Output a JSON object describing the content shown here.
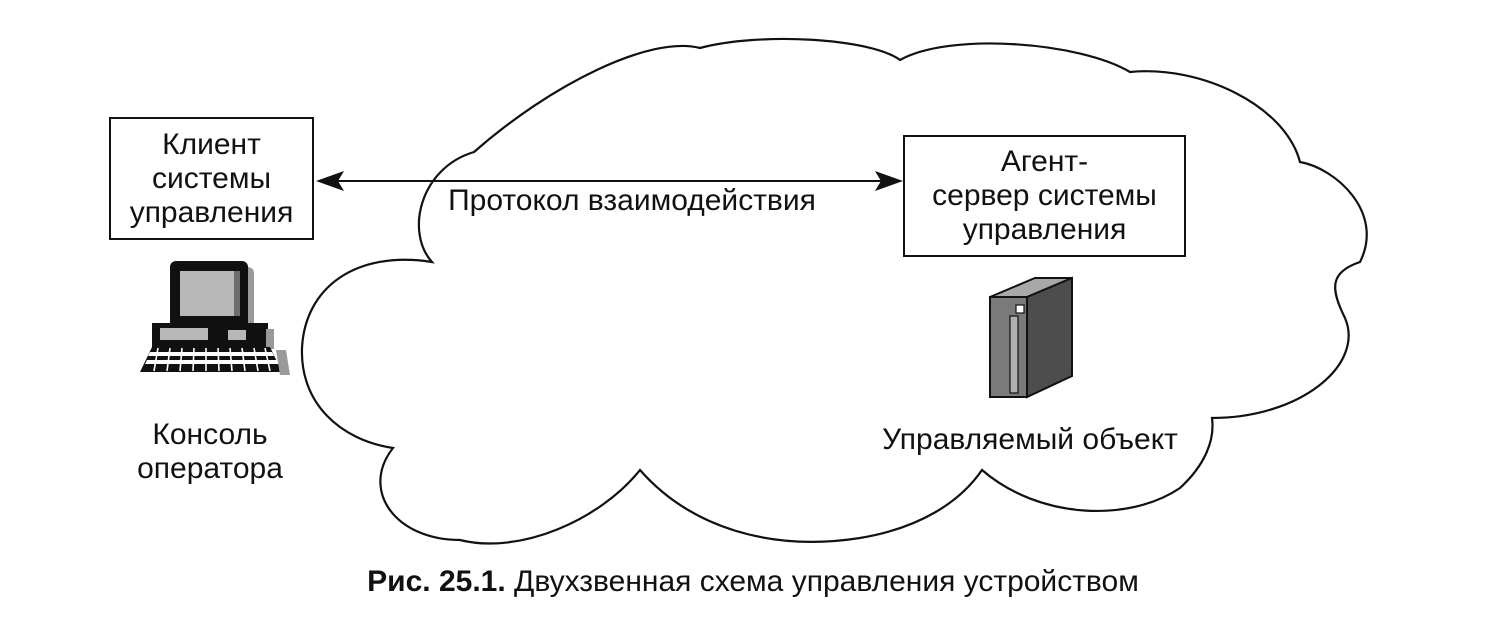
{
  "client_box": {
    "lines": [
      "Клиент",
      "системы",
      "управления"
    ]
  },
  "agent_box": {
    "lines": [
      "Агент-",
      "сервер системы",
      "управления"
    ]
  },
  "protocol_label": "Протокол взаимодействия",
  "console_label": {
    "lines": [
      "Консоль",
      "оператора"
    ]
  },
  "object_label": "Управляемый объект",
  "caption": {
    "prefix": "Рис. 25.1.",
    "text": "Двухзвенная схема управления устройством"
  },
  "icons": {
    "computer": "computer-terminal-icon",
    "server": "server-tower-icon"
  },
  "colors": {
    "ink": "#111111",
    "screen_fill": "#b8b8b8",
    "server_fill": "#7a7a7a",
    "server_light": "#b0b0b0"
  }
}
